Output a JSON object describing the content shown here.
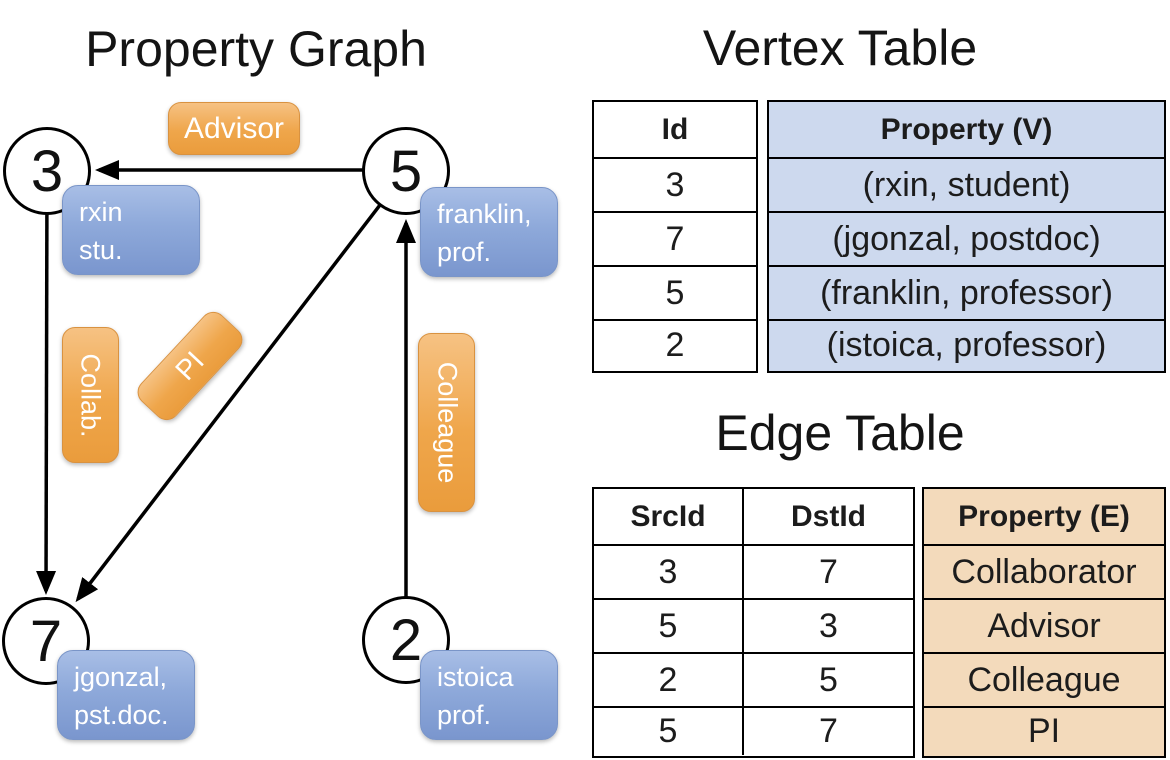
{
  "graph": {
    "title": "Property Graph",
    "nodes": [
      {
        "id": "3",
        "label_line1": "rxin",
        "label_line2": "stu."
      },
      {
        "id": "5",
        "label_line1": "franklin,",
        "label_line2": "prof."
      },
      {
        "id": "7",
        "label_line1": "jgonzal,",
        "label_line2": "pst.doc."
      },
      {
        "id": "2",
        "label_line1": "istoica",
        "label_line2": "prof."
      }
    ],
    "edge_labels": {
      "advisor": "Advisor",
      "collab": "Collab.",
      "pi": "PI",
      "colleague": "Colleague"
    }
  },
  "vertex_table": {
    "title": "Vertex Table",
    "columns": [
      "Id",
      "Property (V)"
    ],
    "rows": [
      {
        "id": "3",
        "property": "(rxin, student)"
      },
      {
        "id": "7",
        "property": "(jgonzal, postdoc)"
      },
      {
        "id": "5",
        "property": "(franklin, professor)"
      },
      {
        "id": "2",
        "property": "(istoica, professor)"
      }
    ]
  },
  "edge_table": {
    "title": "Edge Table",
    "columns": [
      "SrcId",
      "DstId",
      "Property (E)"
    ],
    "rows": [
      {
        "src": "3",
        "dst": "7",
        "property": "Collaborator"
      },
      {
        "src": "5",
        "dst": "3",
        "property": "Advisor"
      },
      {
        "src": "2",
        "dst": "5",
        "property": "Colleague"
      },
      {
        "src": "5",
        "dst": "7",
        "property": "PI"
      }
    ]
  },
  "colors": {
    "orange_top": "#f6c283",
    "orange_mid": "#efa64b",
    "orange_bottom": "#ea9c3c",
    "orange_border": "#d99240",
    "blue_top": "#a8bee6",
    "blue_bottom": "#7a96ce",
    "blue_border": "#7a95c8",
    "vertex_col_bg": "#cdd9ee",
    "edge_col_bg": "#f3dabb",
    "edge_stroke": "#000000"
  }
}
